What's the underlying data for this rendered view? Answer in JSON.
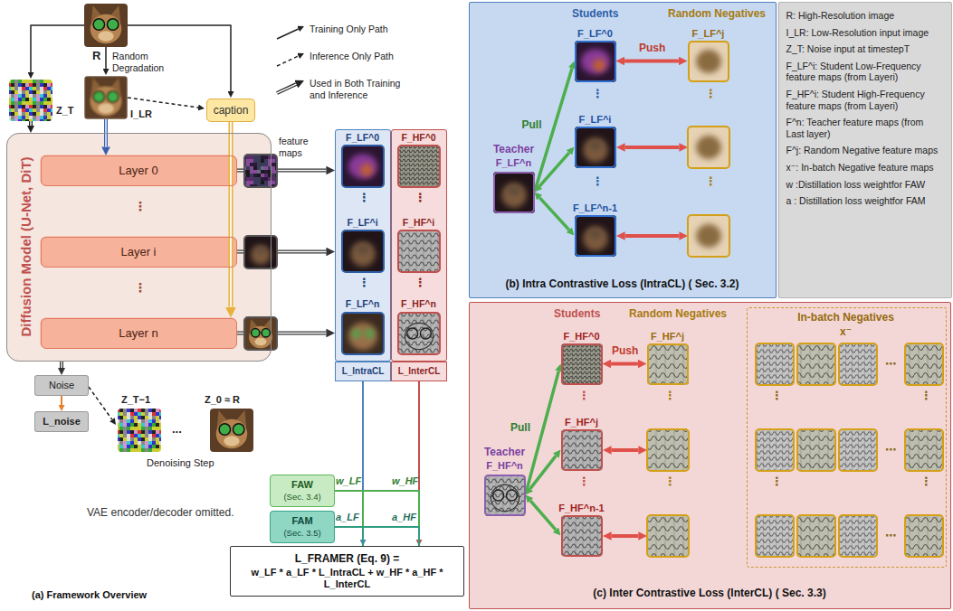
{
  "diagram": {
    "nodes": [
      {
        "text": [
          "Diffusion Model (U-Net, DiT)"
        ]
      },
      {
        "text": [
          "Layer 0"
        ],
        "in": 0
      },
      {
        "text": [
          "Layer i"
        ],
        "in": 0
      },
      {
        "text": [
          "Layer n"
        ],
        "in": 0
      },
      {
        "text": [
          "caption"
        ]
      },
      {
        "text": [
          "F_LF^0",
          "F_LF^i",
          "F_LF^n"
        ]
      },
      {
        "text": [
          "F_HF^0",
          "F_HF^i",
          "F_HF^n"
        ]
      },
      {
        "text": [
          "L_IntraCL"
        ]
      },
      {
        "text": [
          "L_InterCL"
        ]
      },
      {
        "text": [
          "Noise"
        ]
      },
      {
        "text": [
          "L_noise"
        ]
      },
      {
        "text": [
          "FAW",
          "(Sec. 3.4)"
        ]
      },
      {
        "text": [
          "FAM",
          "(Sec. 3.5)"
        ]
      },
      {
        "text": [
          "L_FRAMER (Eq. 9) =",
          "w_LF * a_LF * L_IntraCL + w_HF * a_HF * L_InterCL"
        ]
      },
      {
        "text": [
          "(b) Intra Contrastive Loss (IntraCL) ( Sec. 3.2)"
        ]
      },
      {
        "text": [
          "Teacher",
          "F_LF^n"
        ],
        "in": 14
      },
      {
        "text": [
          "F_LF^0"
        ],
        "in": 14
      },
      {
        "text": [
          "F_LF^i"
        ],
        "in": 14
      },
      {
        "text": [
          "F_LF^n-1"
        ],
        "in": 14
      },
      {
        "text": [
          "F_LF^j"
        ],
        "in": 14
      },
      {
        "text": [
          "R: High-Resolution image",
          "I_LR: Low-Resolution input image",
          "Z_T: Noise input at timestepT",
          "F_LF^i: Student Low-Frequency feature maps (from Layeri)",
          "F_HF^i: Student High-Frequency feature maps (from Layeri)",
          "F^n: Teacher feature maps (from Last layer)",
          "F^j: Random Negative feature maps",
          "x⁻: In-batch Negative feature maps",
          "w :Distillation loss weightfor FAW",
          "a : Distillation loss weightfor FAM"
        ]
      },
      {
        "text": [
          "(c) Inter Contrastive Loss (InterCL) ( Sec. 3.3)"
        ]
      },
      {
        "text": [
          "Teacher",
          "F_HF^n"
        ],
        "in": 21
      },
      {
        "text": [
          "F_HF^0"
        ],
        "in": 21
      },
      {
        "text": [
          "F_HF^j"
        ],
        "in": 21
      },
      {
        "text": [
          "F_HF^n-1"
        ],
        "in": 21
      },
      {
        "text": [
          "F_HF^j"
        ],
        "in": 21
      },
      {
        "text": [
          "In-batch Negatives",
          "x⁻"
        ],
        "in": 21
      }
    ],
    "edges": [
      {
        "from": 4,
        "to": 3,
        "arrow": "to"
      },
      {
        "from": 1,
        "to": 5,
        "arrow": "to"
      },
      {
        "from": 2,
        "to": 5,
        "arrow": "to"
      },
      {
        "from": 3,
        "to": 5,
        "arrow": "to"
      },
      {
        "from": 7,
        "to": 13,
        "arrow": "to"
      },
      {
        "from": 8,
        "to": 13,
        "arrow": "to"
      },
      {
        "from": 11,
        "to": 13,
        "arrow": "none",
        "label": "w_LF"
      },
      {
        "from": 11,
        "to": 13,
        "arrow": "none",
        "label": "w_HF"
      },
      {
        "from": 12,
        "to": 13,
        "arrow": "none",
        "label": "a_LF"
      },
      {
        "from": 12,
        "to": 13,
        "arrow": "none",
        "label": "a_HF"
      },
      {
        "from": 0,
        "to": 9,
        "arrow": "to"
      },
      {
        "from": 9,
        "to": 10,
        "arrow": "to"
      },
      {
        "from": 15,
        "to": 16,
        "arrow": "both",
        "label": "Pull"
      },
      {
        "from": 15,
        "to": 17,
        "arrow": "both"
      },
      {
        "from": 15,
        "to": 18,
        "arrow": "both"
      },
      {
        "from": 16,
        "to": 19,
        "arrow": "both",
        "label": "Push"
      },
      {
        "from": 22,
        "to": 23,
        "arrow": "both",
        "label": "Pull"
      },
      {
        "from": 22,
        "to": 24,
        "arrow": "both"
      },
      {
        "from": 22,
        "to": 25,
        "arrow": "both"
      },
      {
        "from": 23,
        "to": 26,
        "arrow": "both",
        "label": "Push"
      }
    ],
    "labels": [
      "R",
      "Random Degradation",
      "Z_T",
      "I_LR",
      "feature maps",
      "⋮",
      "⋮",
      "⋮",
      "⋮",
      "⋮",
      "⋮",
      "Z_T−1",
      "...",
      "Z_0 ≈ R",
      "Denoising Step",
      "VAE encoder/decoder omitted.",
      "(a) Framework Overview",
      "Students",
      "Random Negatives",
      "⋮",
      "⋮",
      "⋮",
      "⋮",
      "Students",
      "Random Negatives",
      "⋮",
      "⋮",
      "⋮",
      "⋮",
      "⋯",
      "⋯",
      "⋯",
      "⋮",
      "⋮",
      "⋮",
      "⋮"
    ],
    "legend": [
      {
        "text": "Training Only Path"
      },
      {
        "text": "Inference Only Path"
      },
      {
        "text": "Used in Both Training and Inference"
      }
    ]
  }
}
